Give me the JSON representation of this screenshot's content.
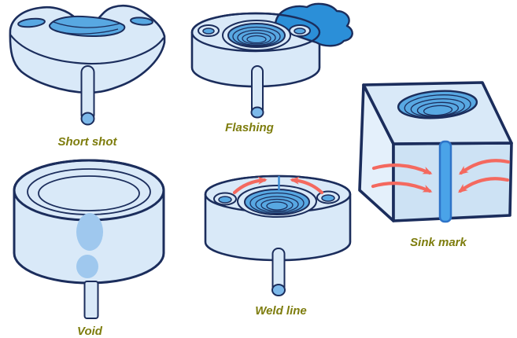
{
  "colors": {
    "background": "#ffffff",
    "body-fill": "#d9e9f8",
    "body-fill-dark": "#cde2f4",
    "body-fill-light": "#e4f0fb",
    "outline-navy": "#1b2d5c",
    "accent-blue": "#58a8e2",
    "deep-blue": "#2b8fd8",
    "void-blue": "#9fc8ee",
    "sprue-cap-blue": "#7db9ea",
    "stripe-blue": "#4aa3e8",
    "stripe-border": "#2e74c8",
    "weld-mark-blue": "#3f8fd6",
    "arrow-red": "#f4695f",
    "label-olive": "#7e7d0e"
  },
  "labels": {
    "short_shot": "Short shot",
    "flashing": "Flashing",
    "void": "Void",
    "weld_line": "Weld line",
    "sink_mark": "Sink mark"
  }
}
